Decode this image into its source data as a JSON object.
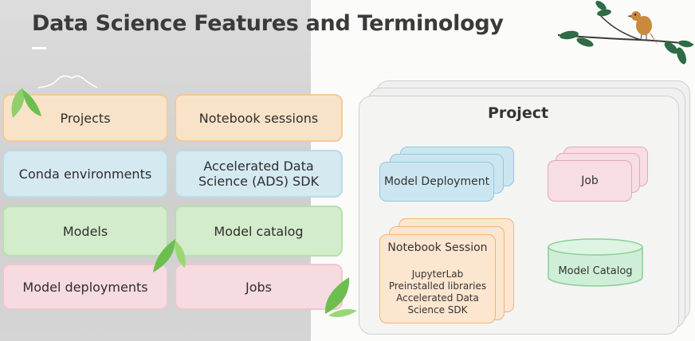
{
  "title": "Data Science Features and Terminology",
  "features": [
    {
      "label": "Projects",
      "color": "orange"
    },
    {
      "label": "Notebook sessions",
      "color": "orange"
    },
    {
      "label": "Conda environments",
      "color": "blue"
    },
    {
      "label": "Accelerated Data Science (ADS) SDK",
      "color": "blue"
    },
    {
      "label": "Models",
      "color": "green"
    },
    {
      "label": "Model catalog",
      "color": "green"
    },
    {
      "label": "Model deployments",
      "color": "pink"
    },
    {
      "label": "Jobs",
      "color": "pink"
    }
  ],
  "diagram": {
    "project_label": "Project",
    "model_deployment": "Model Deployment",
    "job": "Job",
    "notebook_session": {
      "title": "Notebook Session",
      "lines": [
        "JupyterLab",
        "Preinstalled libraries",
        "Accelerated Data",
        "Science SDK"
      ]
    },
    "model_catalog": "Model Catalog"
  },
  "colors": {
    "orange": "#f8e3c8",
    "blue": "#d5e9f1",
    "green": "#d3eccb",
    "pink": "#f6dbe0",
    "bird": "#c98a3c"
  }
}
